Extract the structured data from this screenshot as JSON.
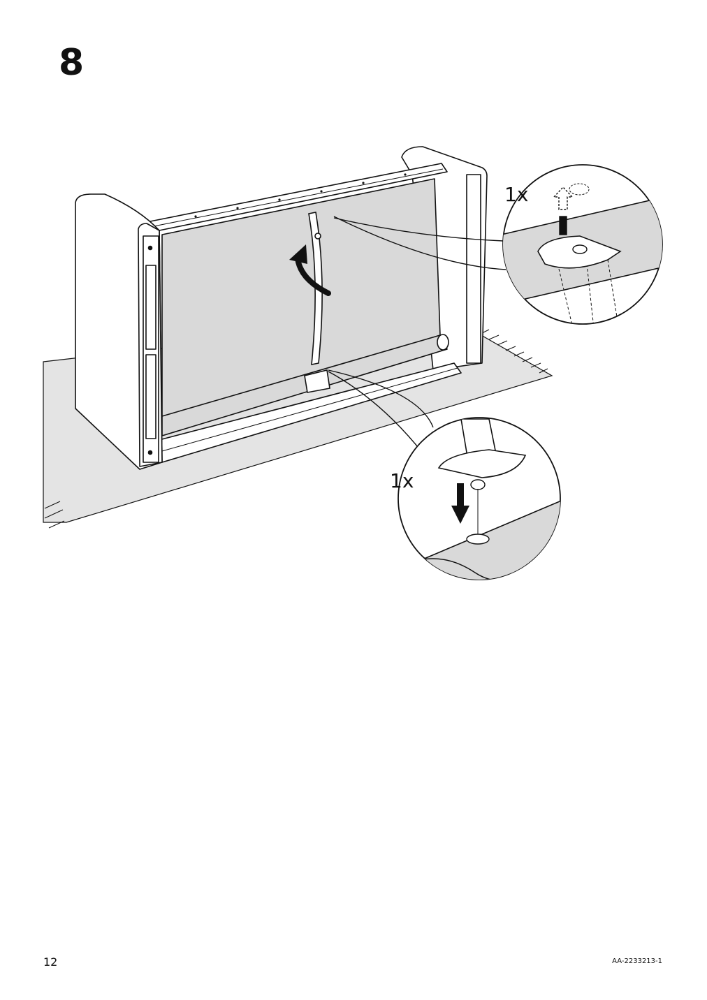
{
  "step": {
    "number": "8"
  },
  "callouts": [
    {
      "quantity": "1x",
      "action": "lift-up",
      "icon": "dashed-up-arrow-icon"
    },
    {
      "quantity": "1x",
      "action": "push-down",
      "icon": "solid-down-arrow-icon"
    }
  ],
  "footer": {
    "page_number": "12",
    "document_id": "AA-2233213-1"
  },
  "colors": {
    "line": "#111111",
    "panel_fill": "#d9d9d9",
    "floor_fill": "#e4e4e4",
    "paper": "#ffffff"
  }
}
